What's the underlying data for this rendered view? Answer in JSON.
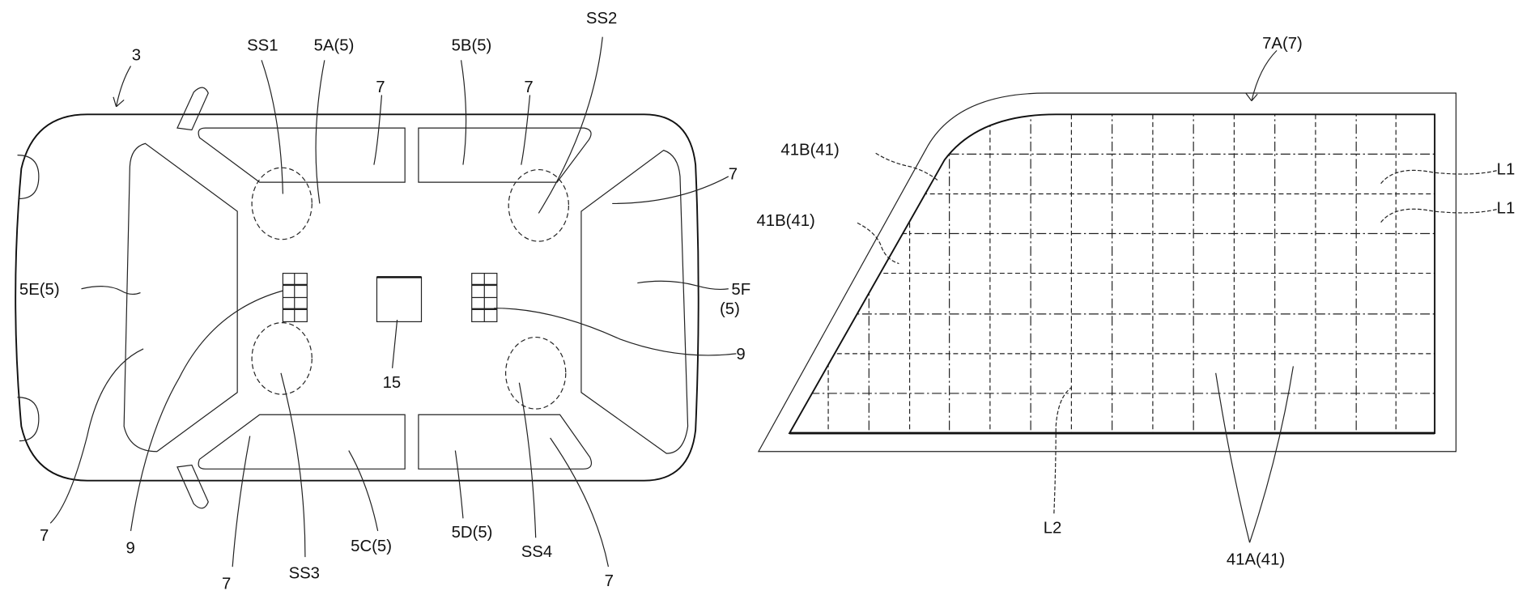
{
  "figure_left": {
    "ref": "3",
    "labels": {
      "ss1": "SS1",
      "ss2": "SS2",
      "ss3": "SS3",
      "ss4": "SS4",
      "w5a": "5A(5)",
      "w5b": "5B(5)",
      "w5c": "5C(5)",
      "w5d": "5D(5)",
      "w5e": "5E(5)",
      "w5f": "5F",
      "w5f_paren": "(5)",
      "seven": "7",
      "nine": "9",
      "fifteen": "15"
    }
  },
  "figure_right": {
    "ref": "7A(7)",
    "labels": {
      "b41_1": "41B(41)",
      "b41_2": "41B(41)",
      "l1": "L1",
      "l2": "L2",
      "a41": "41A(41)"
    }
  }
}
